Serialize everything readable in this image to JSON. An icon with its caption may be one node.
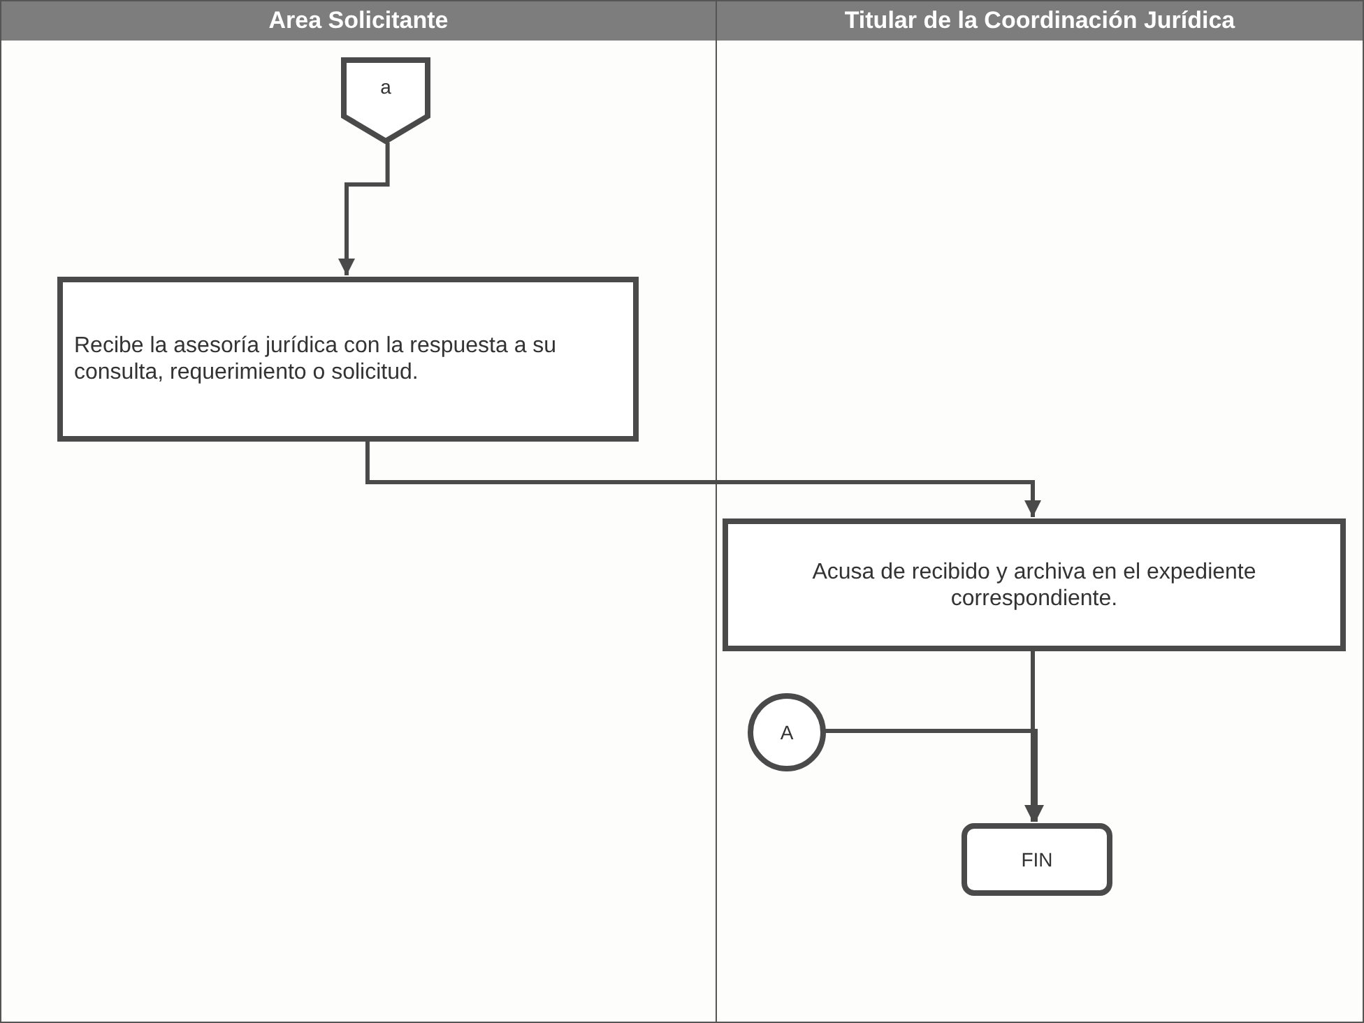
{
  "diagram": {
    "nodes": [
      {
        "text": [
          "Area Solicitante"
        ]
      },
      {
        "text": [
          "a"
        ],
        "in": 0
      },
      {
        "text": [
          "Recibe la asesoría jurídica con la respuesta a su consulta, requerimiento o solicitud."
        ],
        "in": 0
      },
      {
        "text": [
          "Titular de la Coordinación Jurídica"
        ]
      },
      {
        "text": [
          "Acusa de recibido y archiva en el expediente correspondiente."
        ],
        "in": 3
      },
      {
        "text": [
          "A"
        ],
        "in": 3
      },
      {
        "text": [
          "FIN"
        ],
        "in": 3
      }
    ],
    "edges": [
      {
        "from": 1,
        "to": 2,
        "arrow": "to"
      },
      {
        "from": 2,
        "to": 4,
        "arrow": "to"
      },
      {
        "from": 4,
        "to": 6,
        "arrow": "to"
      },
      {
        "from": 5,
        "to": 6,
        "arrow": "to"
      }
    ]
  }
}
